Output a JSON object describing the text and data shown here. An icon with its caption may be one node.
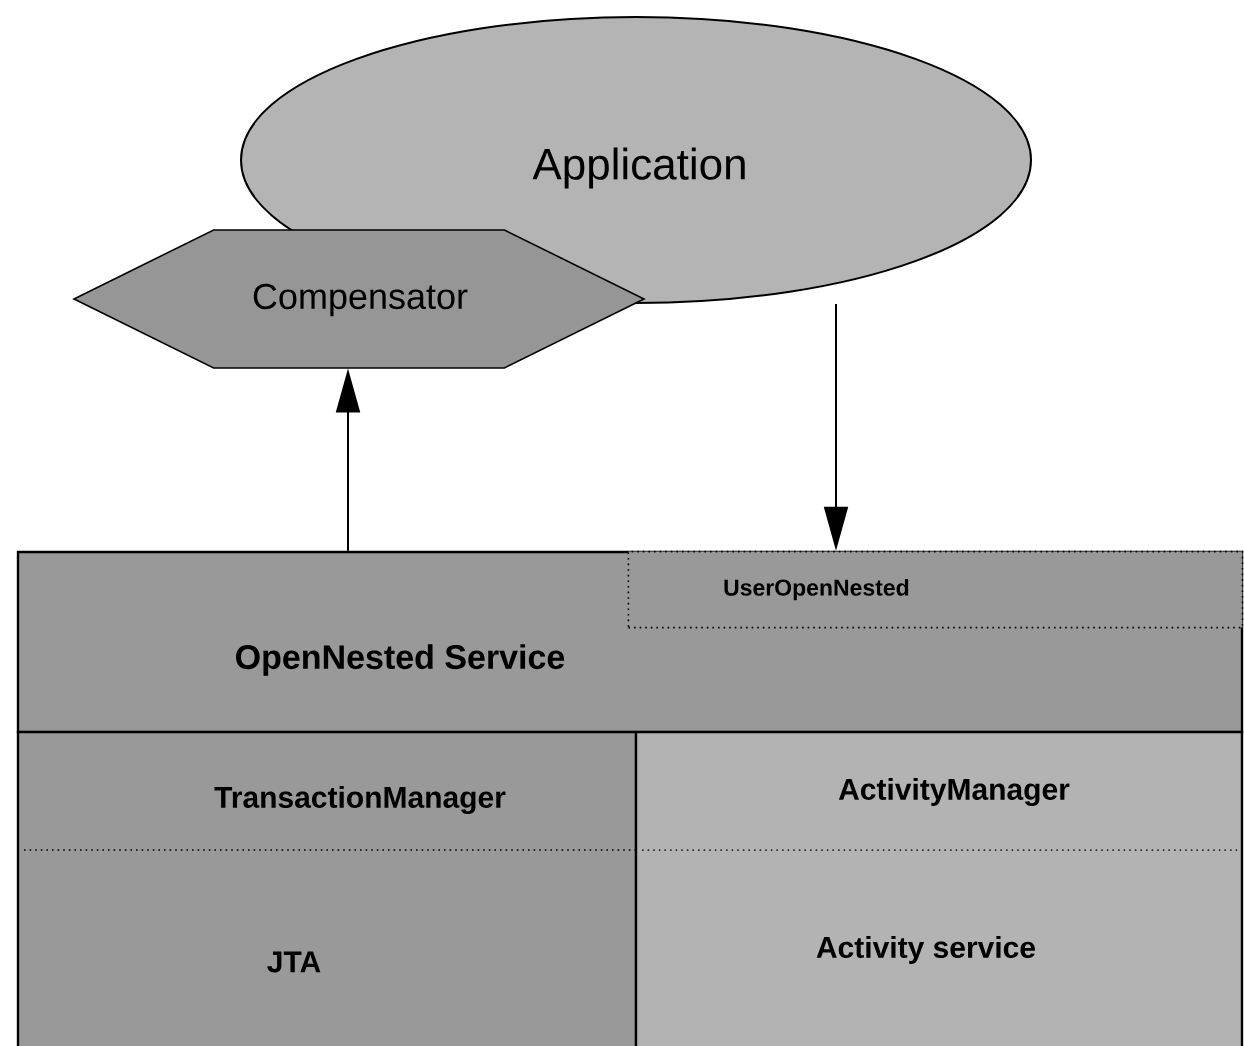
{
  "diagram": {
    "nodes": [
      {
        "text": [
          "Application"
        ]
      },
      {
        "text": [
          "Compensator"
        ]
      },
      {
        "text": [
          "OpenNested Service"
        ]
      },
      {
        "text": [
          "UserOpenNested"
        ],
        "in": 2
      },
      {
        "text": [
          "TransactionManager",
          "JTA"
        ]
      },
      {
        "text": [
          "ActivityManager",
          "Activity service"
        ]
      }
    ],
    "edges": [
      {
        "from": 2,
        "to": 1,
        "arrow": "to"
      },
      {
        "from": 0,
        "to": 3,
        "arrow": "to"
      }
    ]
  }
}
